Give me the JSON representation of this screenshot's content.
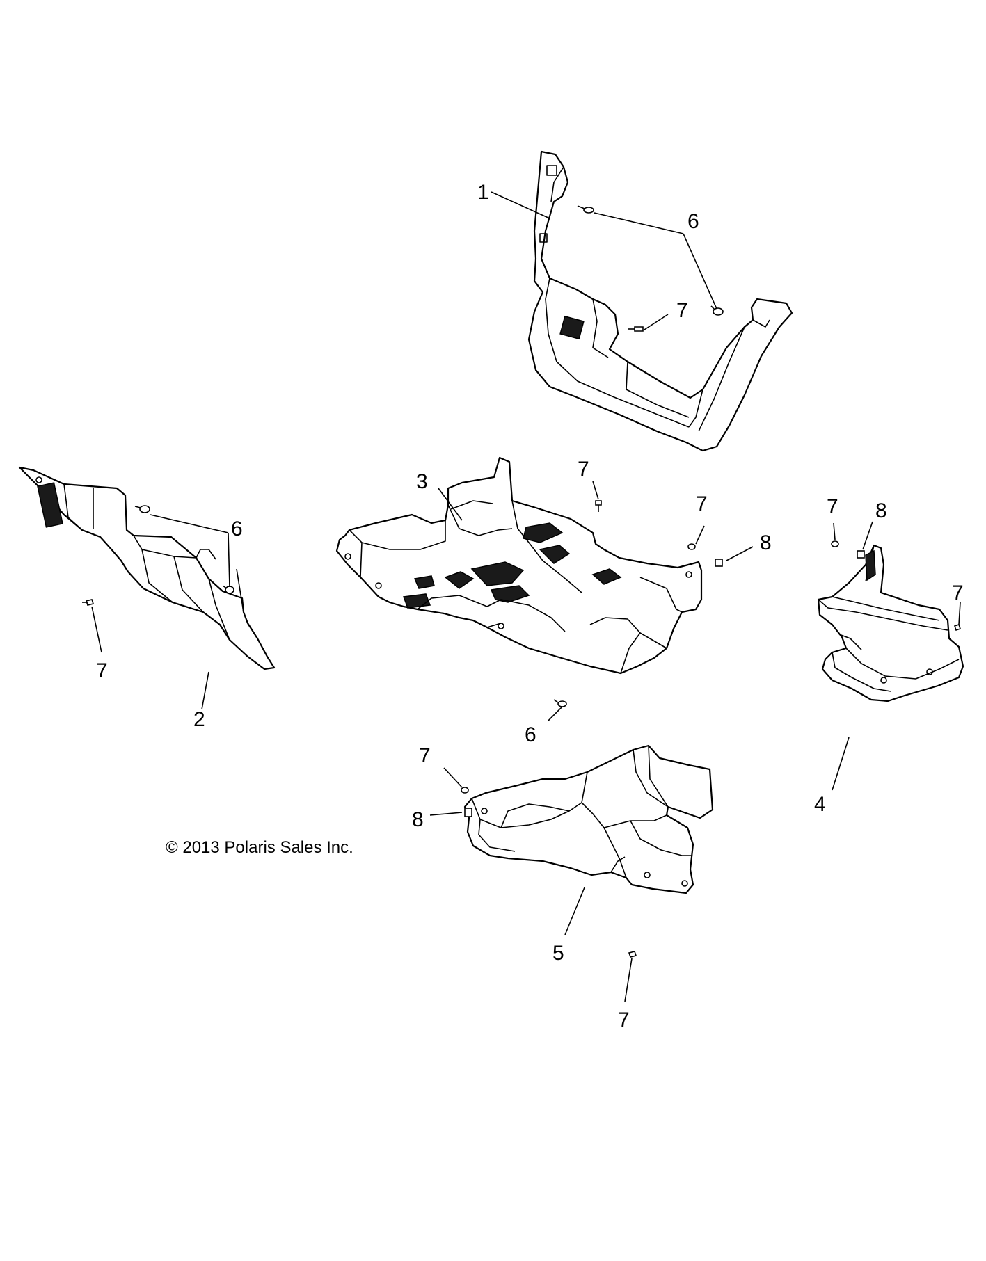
{
  "callouts": {
    "c1": "1",
    "c2": "2",
    "c3": "3",
    "c4": "4",
    "c5": "5",
    "c6a": "6",
    "c6b": "6",
    "c6c": "6",
    "c7a": "7",
    "c7b": "7",
    "c7c": "7",
    "c7d": "7",
    "c7e": "7",
    "c7f": "7",
    "c7g": "7",
    "c8a": "8",
    "c8b": "8",
    "c8c": "8"
  },
  "copyright": "© 2013 Polaris Sales Inc."
}
